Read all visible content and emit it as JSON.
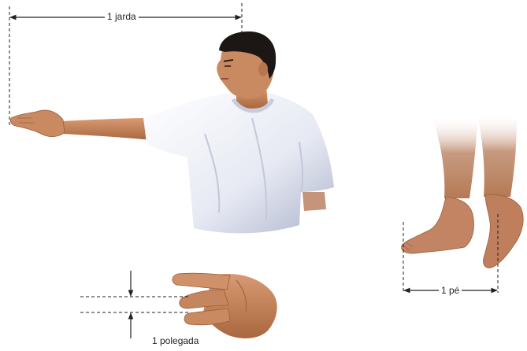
{
  "labels": {
    "yard": "1 jarda",
    "inch": "1 polegada",
    "foot": "1 pé"
  },
  "colors": {
    "skin": "#c98a62",
    "skin_shadow": "#9a5e3c",
    "shirt": "#eef0f7",
    "shirt_shadow": "#b9bfd3",
    "hair": "#1c1714",
    "dimension_line": "#222222"
  },
  "figures": {
    "man": "man-extended-arm",
    "hand": "hand-thumb-pointing",
    "feet": "bare-feet-walking"
  }
}
